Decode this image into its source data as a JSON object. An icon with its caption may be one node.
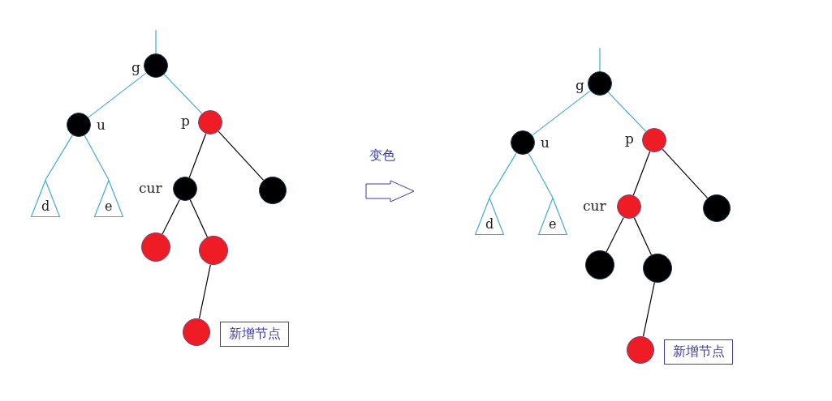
{
  "diagram": {
    "nodes": [
      {
        "text": [],
        "shape": "circle",
        "beside": [
          "g"
        ]
      },
      {
        "text": [],
        "shape": "circle",
        "beside": [
          "u"
        ]
      },
      {
        "text": [],
        "shape": "circle",
        "beside": [
          "p"
        ]
      },
      {
        "text": [
          "d"
        ]
      },
      {
        "text": [
          "e"
        ]
      },
      {
        "text": [],
        "shape": "circle",
        "beside": [
          "cur"
        ]
      },
      {
        "text": [],
        "shape": "circle"
      },
      {
        "text": [],
        "shape": "circle"
      },
      {
        "text": [],
        "shape": "circle"
      },
      {
        "text": [],
        "shape": "circle"
      },
      {
        "text": [
          "新增节点"
        ]
      },
      {
        "text": [],
        "shape": "circle",
        "beside": [
          "g"
        ]
      },
      {
        "text": [],
        "shape": "circle",
        "beside": [
          "u"
        ]
      },
      {
        "text": [],
        "shape": "circle",
        "beside": [
          "p"
        ]
      },
      {
        "text": [
          "d"
        ]
      },
      {
        "text": [
          "e"
        ]
      },
      {
        "text": [],
        "shape": "circle",
        "beside": [
          "cur"
        ]
      },
      {
        "text": [],
        "shape": "circle"
      },
      {
        "text": [],
        "shape": "circle"
      },
      {
        "text": [],
        "shape": "circle"
      },
      {
        "text": [],
        "shape": "circle"
      },
      {
        "text": [
          "新增节点"
        ]
      }
    ],
    "edges": [
      {
        "from": null,
        "to": 0,
        "arrow": "none",
        "color": "#3fa9d6"
      },
      {
        "from": 0,
        "to": 1,
        "arrow": "none",
        "color": "#3fa9d6"
      },
      {
        "from": 0,
        "to": 2,
        "arrow": "none",
        "color": "#3fa9d6"
      },
      {
        "from": 1,
        "to": 3,
        "arrow": "none",
        "color": "#3fa9d6"
      },
      {
        "from": 1,
        "to": 4,
        "arrow": "none",
        "color": "#3fa9d6"
      },
      {
        "from": 2,
        "to": 5,
        "arrow": "none",
        "color": "#000000"
      },
      {
        "from": 2,
        "to": 6,
        "arrow": "none",
        "color": "#000000"
      },
      {
        "from": 5,
        "to": 7,
        "arrow": "none",
        "color": "#000000"
      },
      {
        "from": 5,
        "to": 8,
        "arrow": "none",
        "color": "#000000"
      },
      {
        "from": 8,
        "to": 9,
        "arrow": "none",
        "color": "#000000"
      },
      {
        "from": null,
        "to": 11,
        "arrow": "none",
        "color": "#3fa9d6"
      },
      {
        "from": 11,
        "to": 12,
        "arrow": "none",
        "color": "#3fa9d6"
      },
      {
        "from": 11,
        "to": 13,
        "arrow": "none",
        "color": "#3fa9d6"
      },
      {
        "from": 12,
        "to": 14,
        "arrow": "none",
        "color": "#3fa9d6"
      },
      {
        "from": 12,
        "to": 15,
        "arrow": "none",
        "color": "#3fa9d6"
      },
      {
        "from": 13,
        "to": 16,
        "arrow": "none",
        "color": "#000000"
      },
      {
        "from": 13,
        "to": 17,
        "arrow": "none",
        "color": "#000000"
      },
      {
        "from": 16,
        "to": 18,
        "arrow": "none",
        "color": "#000000"
      },
      {
        "from": 16,
        "to": 19,
        "arrow": "none",
        "color": "#000000"
      },
      {
        "from": 19,
        "to": 20,
        "arrow": "none",
        "color": "#000000"
      }
    ],
    "labels": [
      "变色"
    ]
  }
}
